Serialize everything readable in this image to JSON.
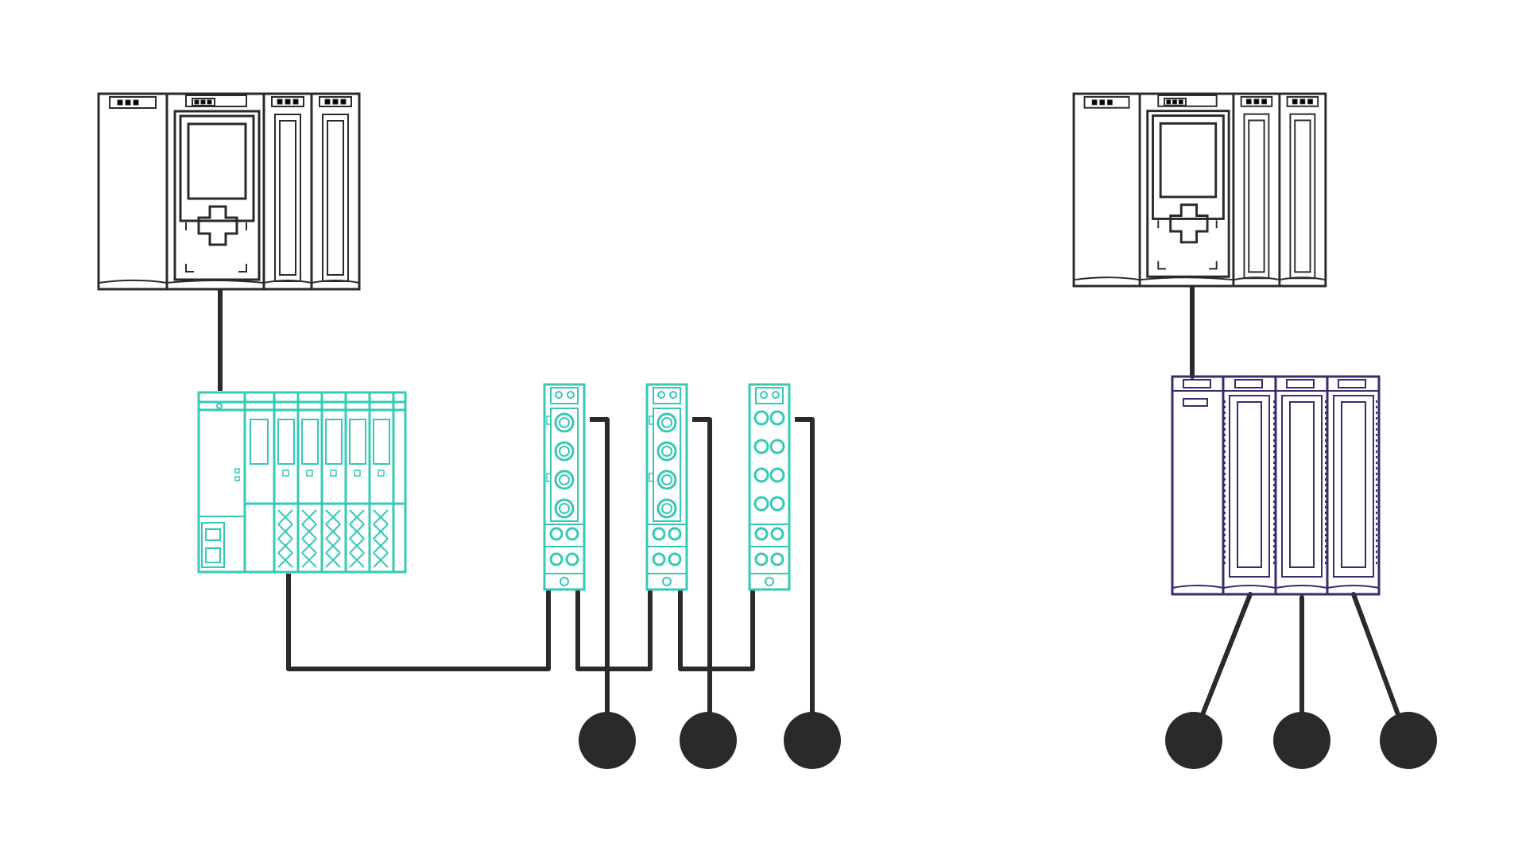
{
  "colors": {
    "background": "#ffffff",
    "controller_stroke": "#2a2a2d",
    "cable": "#2a2a2d",
    "distributed_io": "#35c9b6",
    "central_io": "#3d2a6e",
    "device": "#2a2a2d"
  },
  "left_system": {
    "controller": "plc-controller",
    "remote_rack": "distributed-io-station",
    "io_modules": [
      "io-link-block-1",
      "io-link-block-2",
      "io-link-block-3"
    ],
    "field_devices": [
      "field-device-1",
      "field-device-2",
      "field-device-3"
    ]
  },
  "right_system": {
    "controller": "plc-controller",
    "local_rack": "central-io-rack",
    "field_devices": [
      "field-device-1",
      "field-device-2",
      "field-device-3"
    ]
  }
}
